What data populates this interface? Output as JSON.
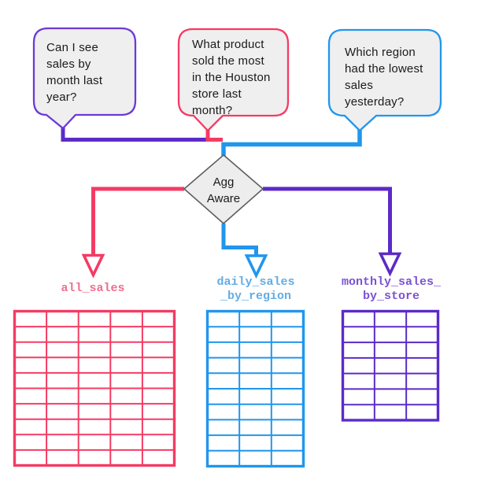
{
  "colors": {
    "purple": "#5B2BC7",
    "purple_bubble": "#6C3AD6",
    "pink": "#F43B64",
    "blue": "#2196ED",
    "bubble_fill": "#EFEFEF",
    "diamond_fill": "#EDEDED",
    "diamond_stroke": "#5E5E5E",
    "arrow_fill": "#FFFFFF",
    "text": "#1A1A1A"
  },
  "bubbles": [
    {
      "id": "question-1",
      "text": "Can I see\nsales by\nmonth last\nyear?",
      "accent": "purple"
    },
    {
      "id": "question-2",
      "text": "What product\nsold the most\nin the Houston\nstore last\nmonth?",
      "accent": "pink"
    },
    {
      "id": "question-3",
      "text": "Which region\nhad the lowest\nsales\nyesterday?",
      "accent": "blue"
    }
  ],
  "diamond": {
    "label": "Agg\nAware"
  },
  "tables": [
    {
      "label": "all_sales",
      "border_color": "#F43B64",
      "label_color": "#EF6F8F",
      "columns": 5,
      "rows": 10
    },
    {
      "label": "daily_sales\n_by_region",
      "border_color": "#2196ED",
      "label_color": "#64ACE4",
      "columns": 3,
      "rows": 10
    },
    {
      "label": "monthly_sales_\nby_store",
      "border_color": "#5B2BC7",
      "label_color": "#7B52D3",
      "columns": 3,
      "rows": 7
    }
  ]
}
